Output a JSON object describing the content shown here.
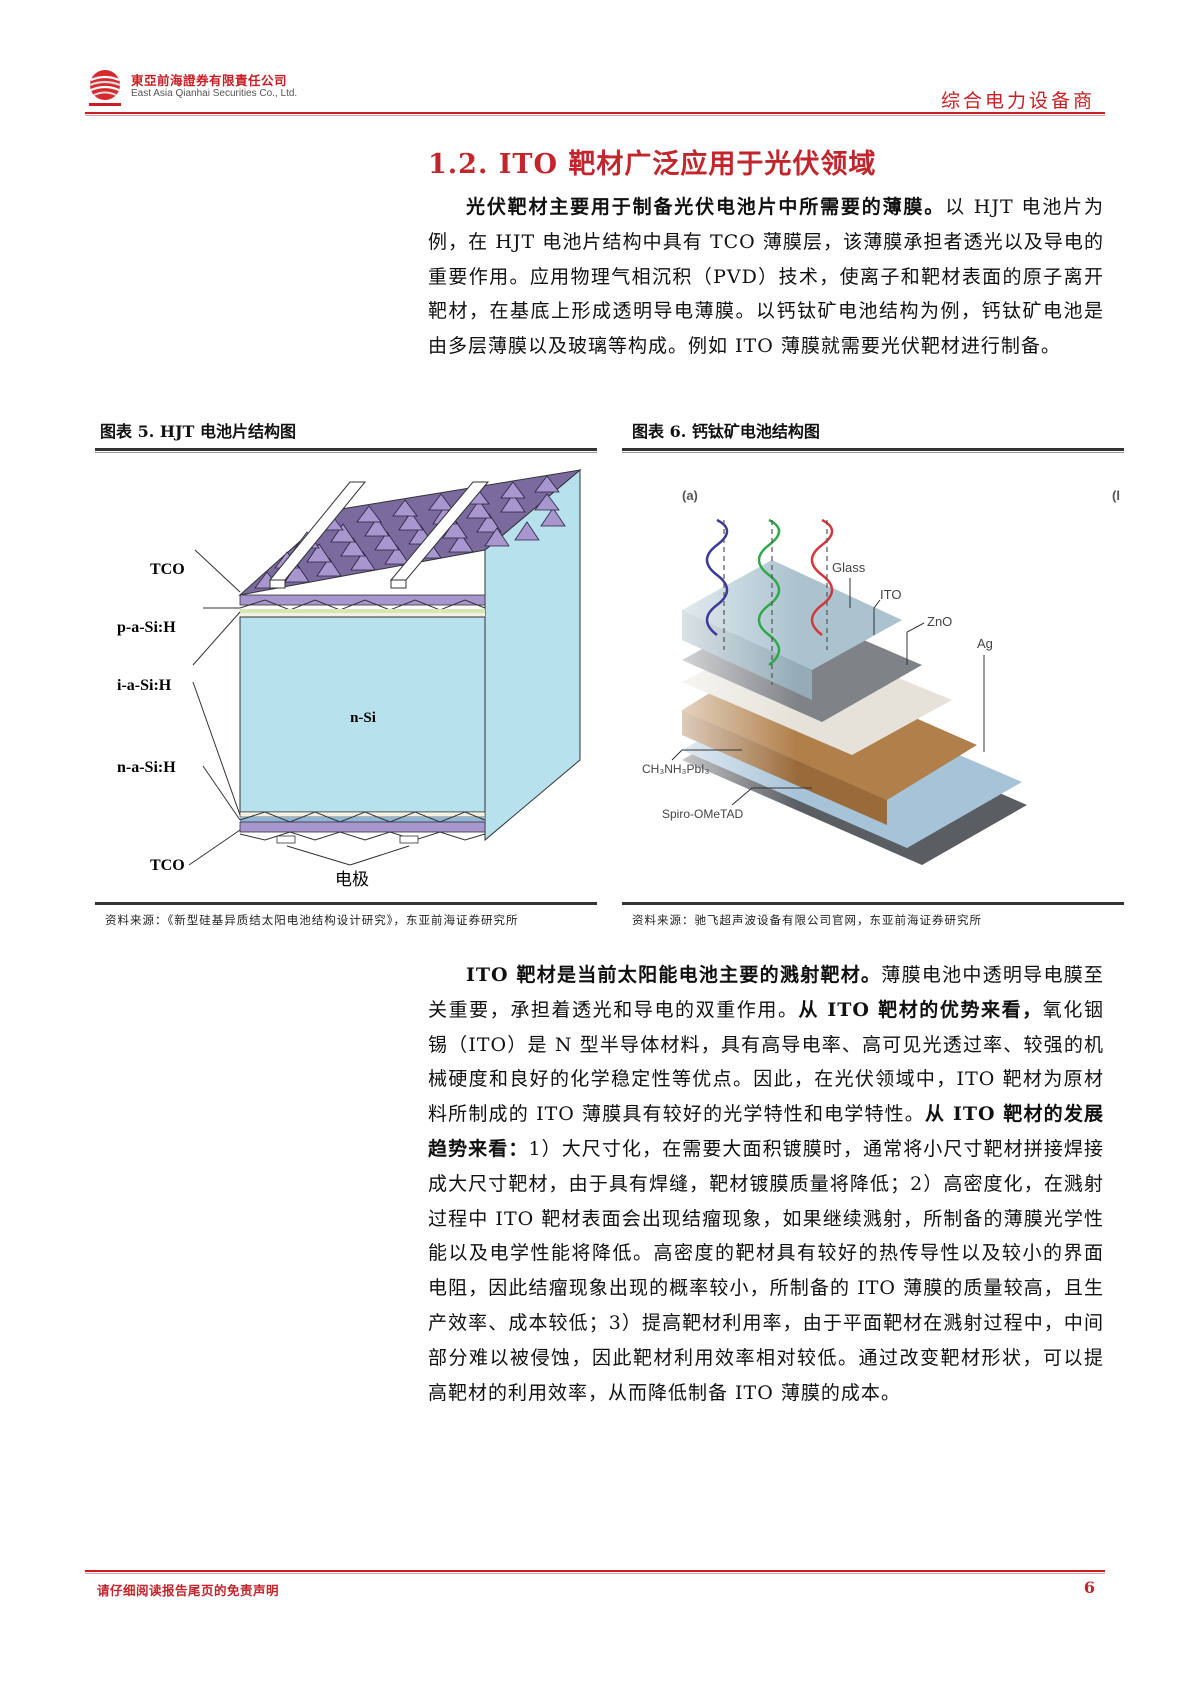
{
  "header": {
    "company_cn": "東亞前海證券有限責任公司",
    "company_en": "East Asia Qianhai Securities Co., Ltd.",
    "report_category": "综合电力设备商",
    "brand_color": "#c81e24"
  },
  "section": {
    "title": "1.2. ITO 靶材广泛应用于光伏领域"
  },
  "paragraph1": {
    "bold_lead": "光伏靶材主要用于制备光伏电池片中所需要的薄膜。",
    "text": "以 HJT 电池片为例，在 HJT 电池片结构中具有 TCO 薄膜层，该薄膜承担者透光以及导电的重要作用。应用物理气相沉积（PVD）技术，使离子和靶材表面的原子离开靶材，在基底上形成透明导电薄膜。以钙钛矿电池结构为例，钙钛矿电池是由多层薄膜以及玻璃等构成。例如 ITO 薄膜就需要光伏靶材进行制备。"
  },
  "figures": [
    {
      "caption": "图表 5.  HJT 电池片结构图",
      "source": "资料来源：《新型硅基异质结太阳电池结构设计研究》，东亚前海证券研究所",
      "labels": {
        "tco_top": "TCO",
        "p_layer": "p-a-Si:H",
        "i_layer": "i-a-Si:H",
        "n_layer": "n-a-Si:H",
        "tco_bottom": "TCO",
        "substrate": "n-Si",
        "electrode": "电极"
      }
    },
    {
      "caption": "图表 6.  钙钛矿电池结构图",
      "source": "资料来源：驰飞超声波设备有限公司官网，东亚前海证券研究所",
      "labels": {
        "panel": "(a)",
        "panel_b": "(l",
        "glass": "Glass",
        "ito": "ITO",
        "zno": "ZnO",
        "ag": "Ag",
        "perovskite": "CH₃NH₃PbI₃",
        "htl": "Spiro-OMeTAD"
      }
    }
  ],
  "paragraph2": {
    "seg1_bold": "ITO 靶材是当前太阳能电池主要的溅射靶材。",
    "seg2": "薄膜电池中透明导电膜至关重要，承担着透光和导电的双重作用。",
    "seg3_bold": "从 ITO 靶材的优势来看，",
    "seg4": "氧化铟锡（ITO）是 N 型半导体材料，具有高导电率、高可见光透过率、较强的机械硬度和良好的化学稳定性等优点。因此，在光伏领域中，ITO 靶材为原材料所制成的 ITO 薄膜具有较好的光学特性和电学特性。",
    "seg5_bold": "从 ITO 靶材的发展趋势来看：",
    "seg6": "1）大尺寸化，在需要大面积镀膜时，通常将小尺寸靶材拼接焊接成大尺寸靶材，由于具有焊缝，靶材镀膜质量将降低；2）高密度化，在溅射过程中 ITO 靶材表面会出现结瘤现象，如果继续溅射，所制备的薄膜光学性能以及电学性能将降低。高密度的靶材具有较好的热传导性以及较小的界面电阻，因此结瘤现象出现的概率较小，所制备的 ITO 薄膜的质量较高，且生产效率、成本较低；3）提高靶材利用率，由于平面靶材在溅射过程中，中间部分难以被侵蚀，因此靶材利用效率相对较低。通过改变靶材形状，可以提高靶材的利用效率，从而降低制备 ITO 薄膜的成本。"
  },
  "footer": {
    "disclaimer": "请仔细阅读报告尾页的免责声明",
    "page_number": "6"
  }
}
